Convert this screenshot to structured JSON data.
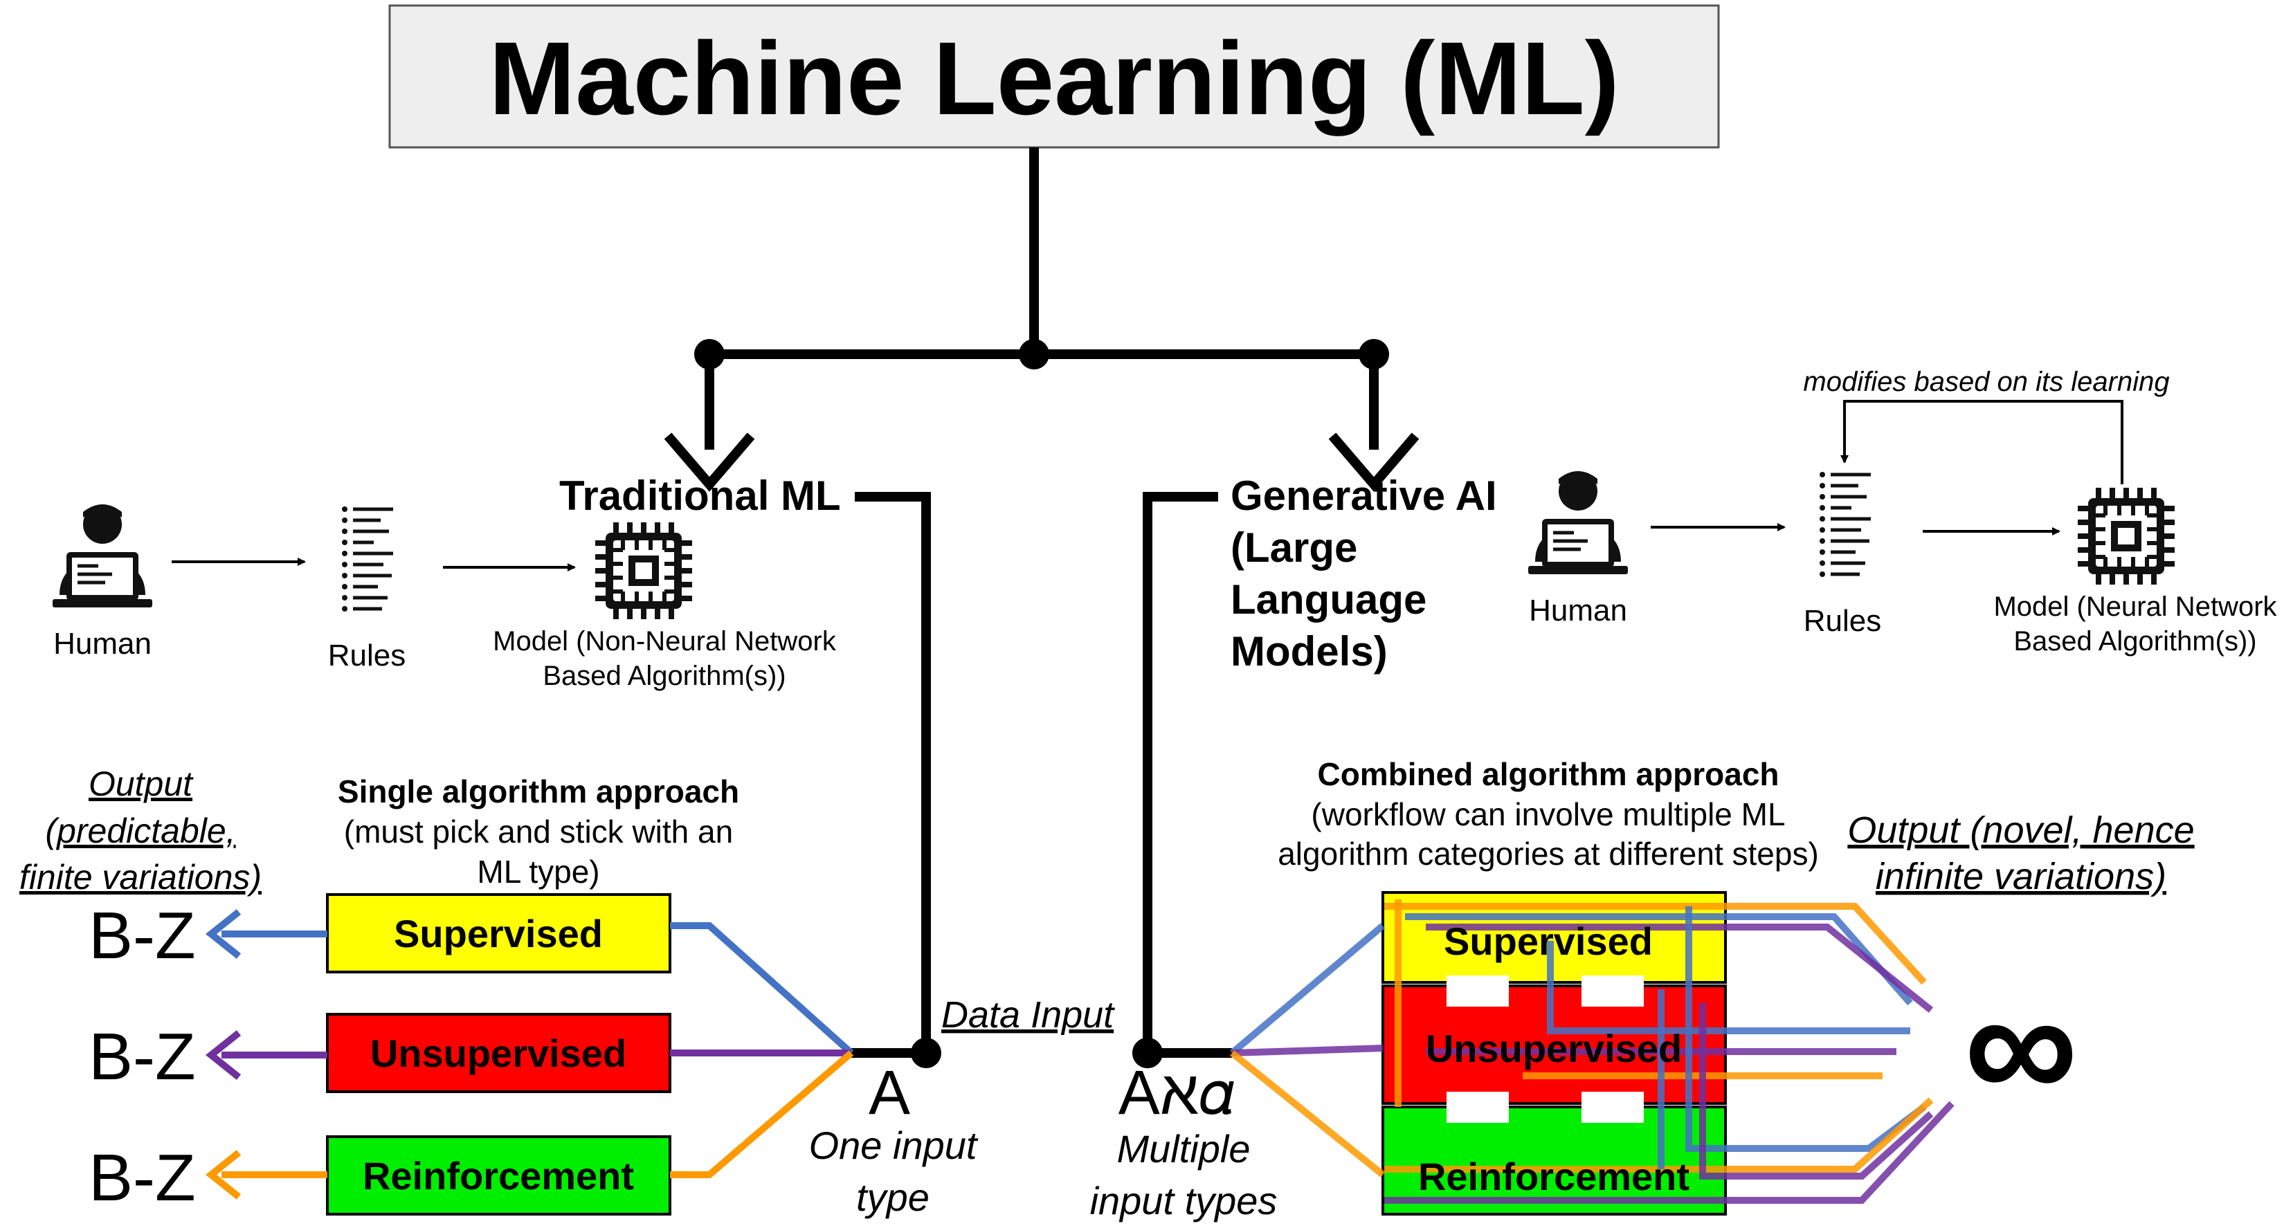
{
  "title": "Machine Learning (ML)",
  "traditional": {
    "heading": "Traditional ML",
    "human_label": "Human",
    "rules_label": "Rules",
    "model_label_line1": "Model (Non-Neural Network",
    "model_label_line2": "Based Algorithm(s))",
    "output_line1": "Output",
    "output_line2": "(predictable,",
    "output_line3": "finite variations)",
    "approach_title": "Single algorithm approach",
    "approach_line2": "(must pick and stick with an",
    "approach_line3": "ML type)",
    "outputs": [
      "B-Z",
      "B-Z",
      "B-Z"
    ],
    "input_symbol": "A",
    "input_line1": "One input",
    "input_line2": "type"
  },
  "data_input_label": "Data Input",
  "generative": {
    "heading_line1": "Generative AI",
    "heading_line2": "(Large",
    "heading_line3": "Language",
    "heading_line4": "Models)",
    "human_label": "Human",
    "rules_label": "Rules",
    "model_label_line1": "Model (Neural Network",
    "model_label_line2": "Based Algorithm(s))",
    "feedback_label": "modifies based on its learning",
    "approach_title": "Combined algorithm approach",
    "approach_line2": "(workflow can involve multiple ML",
    "approach_line3": "algorithm categories at different steps)",
    "output_line1": "Output (novel, hence",
    "output_line2": "infinite variations)",
    "input_symbol": "Aא𝛼",
    "input_line1": "Multiple",
    "input_line2": "input types",
    "infinity": "∞"
  },
  "categories": {
    "supervised": "Supervised",
    "unsupervised": "Unsupervised",
    "reinforcement": "Reinforcement"
  },
  "colors": {
    "supervised": "#ffff00",
    "unsupervised": "#ff0000",
    "reinforcement": "#00ee00",
    "blue_line": "#4472c4",
    "purple_line": "#7030a0",
    "orange_line": "#ff9900",
    "title_box": "#eeeeee"
  }
}
